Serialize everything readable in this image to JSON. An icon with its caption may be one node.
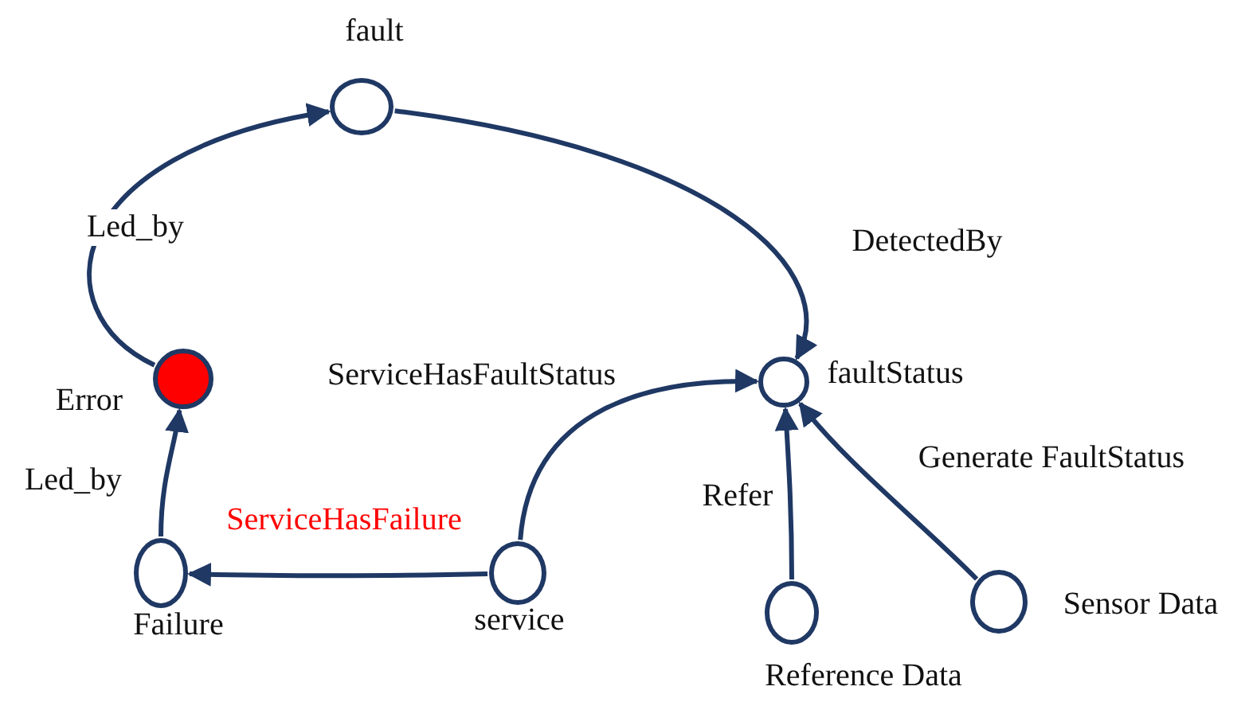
{
  "diagram": {
    "nodes": [
      {
        "text": [
          "fault"
        ]
      },
      {
        "text": [
          "Error"
        ]
      },
      {
        "text": [
          "faultStatus"
        ]
      },
      {
        "text": [
          "Failure"
        ]
      },
      {
        "text": [
          "service"
        ]
      },
      {
        "text": [
          "Reference Data"
        ]
      },
      {
        "text": [
          "Sensor Data"
        ]
      }
    ],
    "edges": [
      {
        "from": 1,
        "to": 0,
        "arrow": "to",
        "label": "Led_by"
      },
      {
        "from": 0,
        "to": 2,
        "arrow": "to",
        "label": "DetectedBy"
      },
      {
        "from": 3,
        "to": 1,
        "arrow": "to",
        "label": "Led_by"
      },
      {
        "from": 4,
        "to": 3,
        "arrow": "to",
        "label": "ServiceHasFailure"
      },
      {
        "from": 4,
        "to": 2,
        "arrow": "to",
        "label": "ServiceHasFaultStatus"
      },
      {
        "from": 5,
        "to": 2,
        "arrow": "to",
        "label": "Refer"
      },
      {
        "from": 6,
        "to": 2,
        "arrow": "to",
        "label": "Generate FaultStatus"
      }
    ]
  }
}
